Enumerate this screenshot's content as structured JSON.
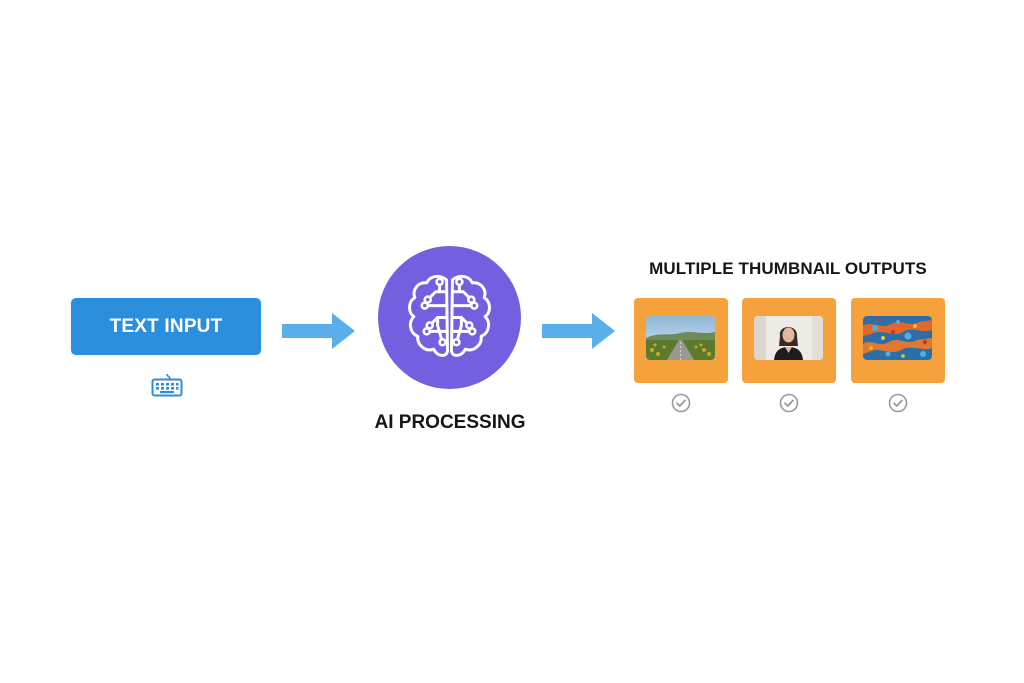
{
  "input": {
    "label": "TEXT INPUT",
    "icon": "keyboard-icon",
    "color": "#2b8fdd"
  },
  "processing": {
    "label": "AI PROCESSING",
    "icon": "brain-circuit-icon",
    "color": "#7260e0"
  },
  "arrow_color": "#5aaeea",
  "outputs": {
    "title": "MULTIPLE THUMBNAIL OUTPUTS",
    "card_color": "#f6a23c",
    "thumbnails": [
      {
        "subject": "road-landscape-photo",
        "status_icon": "check-circle-icon"
      },
      {
        "subject": "portrait-photo",
        "status_icon": "check-circle-icon"
      },
      {
        "subject": "abstract-colorful-painting",
        "status_icon": "check-circle-icon"
      }
    ]
  }
}
